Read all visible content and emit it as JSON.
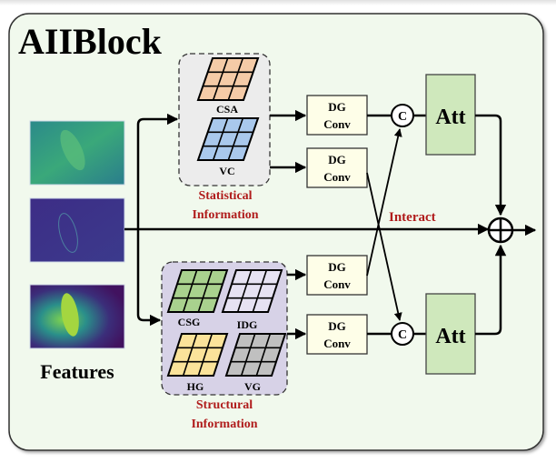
{
  "title": "AIIBlock",
  "features": {
    "label": "Features",
    "images": [
      {
        "name": "feature-map-1",
        "colormap": "viridis-mid"
      },
      {
        "name": "feature-map-2",
        "colormap": "viridis-dark"
      },
      {
        "name": "feature-map-3",
        "colormap": "viridis-high-contrast"
      }
    ]
  },
  "statistical": {
    "caption_line1": "Statistical",
    "caption_line2": "Information",
    "grids": [
      {
        "label": "CSA",
        "color": "#f5cba7"
      },
      {
        "label": "VC",
        "color": "#a9c8ec"
      }
    ]
  },
  "structural": {
    "caption_line1": "Structural",
    "caption_line2": "Information",
    "grids": [
      {
        "label": "CSG",
        "color": "#a9d18e"
      },
      {
        "label": "IDG",
        "color": "#e6e2f2"
      },
      {
        "label": "HG",
        "color": "#fbe39a"
      },
      {
        "label": "VG",
        "color": "#c0c0c0"
      }
    ]
  },
  "dgconv": {
    "line1": "DG",
    "line2": "Conv"
  },
  "concat_symbol": "C",
  "attention_label": "Att",
  "interact_label": "Interact",
  "colors": {
    "panel_bg": "#f1f9ed",
    "accent_red": "#b01c1c",
    "stat_box_bg": "#ececec",
    "struct_box_bg": "#d7d2e7",
    "dgconv_bg": "#fefee8",
    "att_bg": "#cfe8bc"
  }
}
